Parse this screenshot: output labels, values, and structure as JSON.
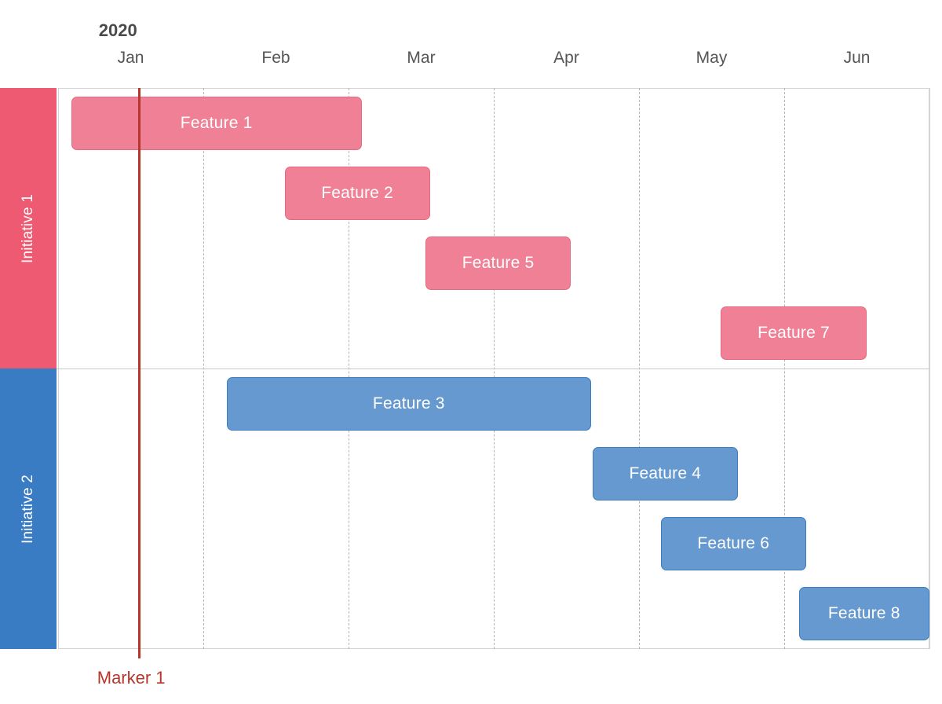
{
  "chart_data": {
    "type": "bar",
    "chart_kind": "gantt",
    "title": "",
    "xlabel": "",
    "ylabel": "",
    "year_label": "2020",
    "x_axis": {
      "unit": "month",
      "tick_labels": [
        "Jan",
        "Feb",
        "Mar",
        "Apr",
        "May",
        "Jun"
      ],
      "range_start": "2020-01-01",
      "range_end": "2020-07-01",
      "grid": "dashed-vertical"
    },
    "lanes": [
      {
        "id": "initiative-1",
        "label": "Initiative 1",
        "color": "#ee5a72"
      },
      {
        "id": "initiative-2",
        "label": "Initiative 2",
        "color": "#3a7cc4"
      }
    ],
    "tasks": [
      {
        "label": "Feature 1",
        "lane": "initiative-1",
        "start_month": 0.09,
        "end_month": 2.09,
        "color": "#f08096",
        "border_color": "#e8697f"
      },
      {
        "label": "Feature 2",
        "lane": "initiative-1",
        "start_month": 1.56,
        "end_month": 2.56,
        "color": "#f08096",
        "border_color": "#e8697f"
      },
      {
        "label": "Feature 5",
        "lane": "initiative-1",
        "start_month": 2.53,
        "end_month": 3.53,
        "color": "#f08096",
        "border_color": "#e8697f"
      },
      {
        "label": "Feature 7",
        "lane": "initiative-1",
        "start_month": 4.56,
        "end_month": 5.57,
        "color": "#f08096",
        "border_color": "#e8697f"
      },
      {
        "label": "Feature 3",
        "lane": "initiative-2",
        "start_month": 1.16,
        "end_month": 3.67,
        "color": "#6699cf",
        "border_color": "#3d7ec0"
      },
      {
        "label": "Feature 4",
        "lane": "initiative-2",
        "start_month": 3.68,
        "end_month": 4.68,
        "color": "#6699cf",
        "border_color": "#3d7ec0"
      },
      {
        "label": "Feature 6",
        "lane": "initiative-2",
        "start_month": 4.15,
        "end_month": 5.15,
        "color": "#6699cf",
        "border_color": "#3d7ec0"
      },
      {
        "label": "Feature 8",
        "lane": "initiative-2",
        "start_month": 5.1,
        "end_month": 6.1,
        "color": "#6699cf",
        "border_color": "#3d7ec0"
      }
    ],
    "markers": [
      {
        "label": "Marker 1",
        "at_month": 0.55,
        "color": "#b5372b"
      }
    ]
  },
  "axis": {
    "year": "2020",
    "months": [
      {
        "label": "Jan"
      },
      {
        "label": "Feb"
      },
      {
        "label": "Mar"
      },
      {
        "label": "Apr"
      },
      {
        "label": "May"
      },
      {
        "label": "Jun"
      }
    ]
  },
  "lanes": [
    {
      "label": "Initiative 1"
    },
    {
      "label": "Initiative 2"
    }
  ],
  "tasks": [
    {
      "label": "Feature 1"
    },
    {
      "label": "Feature 2"
    },
    {
      "label": "Feature 5"
    },
    {
      "label": "Feature 7"
    },
    {
      "label": "Feature 3"
    },
    {
      "label": "Feature 4"
    },
    {
      "label": "Feature 6"
    },
    {
      "label": "Feature 8"
    }
  ],
  "markers": [
    {
      "label": "Marker 1"
    }
  ],
  "colors": {
    "lane_1": "#ee5a72",
    "lane_2": "#3a7cc4",
    "bar_pink_fill": "#f08096",
    "bar_pink_border": "#e8697f",
    "bar_blue_fill": "#6699cf",
    "bar_blue_border": "#3d7ec0",
    "marker": "#b5372b",
    "grid": "#b5b5b5",
    "frame": "#d4d4d4",
    "axis_text": "#555555"
  }
}
